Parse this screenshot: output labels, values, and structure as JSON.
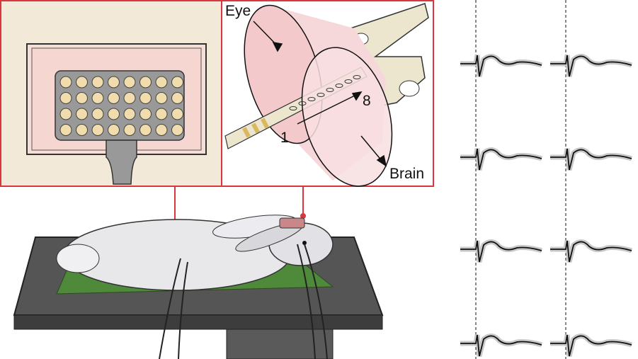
{
  "inset": {
    "eye_label": "Eye",
    "brain_label": "Brain",
    "electrode_start": "1",
    "electrode_end": "8"
  },
  "electrode_array": {
    "rows": 4,
    "columns": 8
  },
  "waveforms": {
    "rows": 4,
    "columns": 2
  },
  "colors": {
    "frame": "#d9363e",
    "panel_bg": "#f2e9d9",
    "eye_pink": "#f3c9cc",
    "mat_green": "#4e8a3a",
    "table_gray": "#4a4a4a",
    "trace": "#111111",
    "trace_shadow": "#c8c8c8"
  }
}
